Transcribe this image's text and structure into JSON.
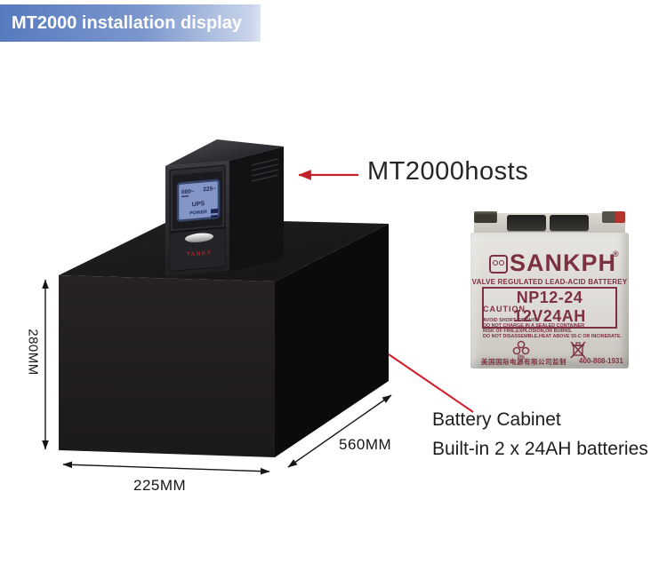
{
  "banner": {
    "title": "MT2000 installation display"
  },
  "callouts": {
    "host_label": "MT2000hosts",
    "cabinet_title": "Battery Cabinet",
    "cabinet_subtitle": "Built-in 2 x 24AH batteries"
  },
  "dimensions": {
    "height": "280MM",
    "front_width": "225MM",
    "depth": "560MM"
  },
  "ups": {
    "lcd_left": "000~",
    "lcd_right": "225~",
    "lcd_line1": "UPS",
    "lcd_line2": "POWER",
    "brand": "TANKY"
  },
  "battery_label": {
    "brand": "SANKPH",
    "reg": "®",
    "type_line": "VALVE REGULATED LEAD-ACID BATTEREY",
    "model": "NP12-24 12V24AH",
    "caution_title": "CAUTION",
    "caution_lines": [
      "AVOID SHORT CIRCUIT",
      "DO NOT CHARGE IN A SEALED CONTAINER",
      "RISK OF FIRE,EXPLOSION,OR BURNS.",
      "DO NOT DISASSEMBLE,HEAT ABOVE 55-C OR INCINERATE."
    ],
    "pb": "Pb",
    "supervisor_cn": "美国国际电源有限公司监制",
    "hotline": "400-808-1931"
  },
  "colors": {
    "accent_red": "#c2202a",
    "banner_blue": "#567abf",
    "battery_text": "#7d3140"
  }
}
